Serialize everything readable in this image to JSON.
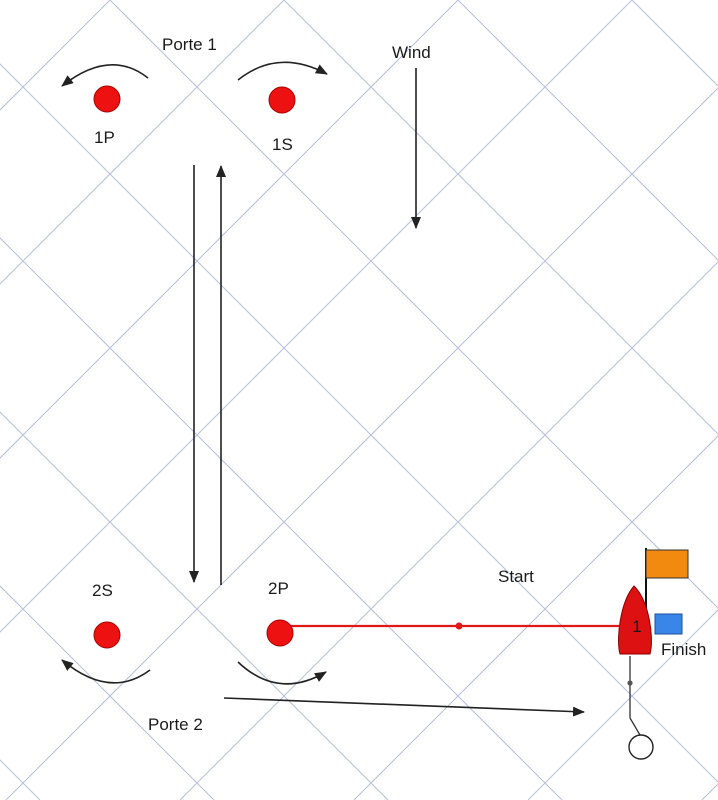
{
  "labels": {
    "gate1": "Porte 1",
    "gate2": "Porte 2",
    "mark_1p": "1P",
    "mark_1s": "1S",
    "mark_2s": "2S",
    "mark_2p": "2P",
    "wind": "Wind",
    "start": "Start",
    "finish": "Finish",
    "boat_number": "1"
  },
  "colors": {
    "background": "#ffffff",
    "grid": "#b8bfdc",
    "mark": "#ee1111",
    "start_line": "#e01818",
    "boat": "#dd1111",
    "flag_orange": "#f28a10",
    "flag_blue": "#3a86e8",
    "arrows": "#222222"
  },
  "icons": {
    "mark": "red-buoy-circle",
    "committee_boat": "red-boat-icon",
    "finish_buoy": "white-buoy-circle"
  }
}
